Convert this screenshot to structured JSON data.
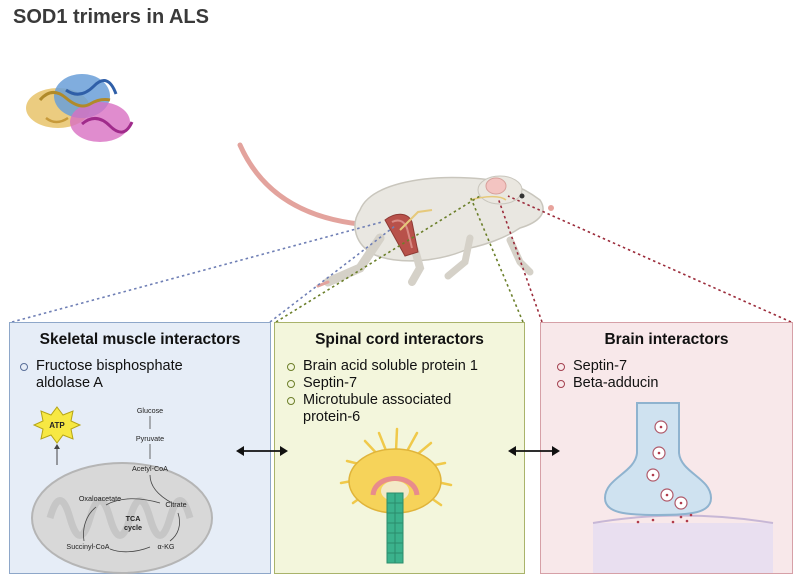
{
  "title": "SOD1 trimers in ALS",
  "panels": {
    "muscle": {
      "title": "Skeletal muscle interactors",
      "items": [
        "Fructose bisphosphate",
        "aldolase A"
      ],
      "bullet_color": "#5a6f99",
      "pathway": {
        "atp": "ATP",
        "glucose": "Glucose",
        "pyruvate": "Pyruvate",
        "acetyl_coa": "Acetyl-CoA",
        "citrate": "Citrate",
        "oxaloacetate": "Oxaloacetate",
        "tca1": "TCA",
        "tca2": "cycle",
        "succinyl_coa": "Succinyl-CoA",
        "akg": "α-KG"
      }
    },
    "spine": {
      "title": "Spinal cord interactors",
      "items": [
        "Brain acid soluble protein 1",
        "Septin-7",
        "Microtubule associated",
        "protein-6"
      ],
      "bullet_color": "#6d7f2a"
    },
    "brain": {
      "title": "Brain interactors",
      "items": [
        "Septin-7",
        "Beta-adducin"
      ],
      "bullet_color": "#a3404f"
    }
  },
  "colors": {
    "muscle_line": "#6f7fb5",
    "spine_line": "#6b7f2a",
    "brain_line": "#9b2b3a"
  }
}
